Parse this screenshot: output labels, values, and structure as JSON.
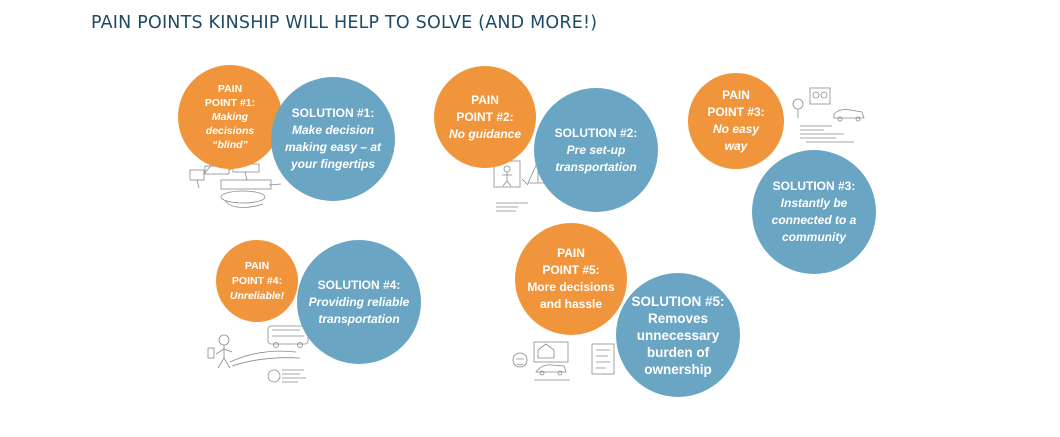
{
  "title": "PAIN POINTS KINSHIP WILL HELP TO SOLVE (AND MORE!)",
  "colors": {
    "title": "#1f4a63",
    "pain": "#f0953b",
    "solution": "#6aa5c3",
    "sketch": "#8a8a8a"
  },
  "pairs": [
    {
      "pain": {
        "head_1": "PAIN",
        "head_2": "POINT #1:",
        "body_1": "Making",
        "body_2": "decisions",
        "body_3": "“blind”"
      },
      "solution": {
        "head": "SOLUTION #1:",
        "body_1": "Make decision",
        "body_2": "making easy – at",
        "body_3": "your fingertips"
      }
    },
    {
      "pain": {
        "head_1": "PAIN",
        "head_2": "POINT #2:",
        "body_1": "No guidance"
      },
      "solution": {
        "head": "SOLUTION #2:",
        "body_1": "Pre set-up",
        "body_2": "transportation"
      }
    },
    {
      "pain": {
        "head_1": "PAIN",
        "head_2": "POINT #3:",
        "body_1": "No easy",
        "body_2": "way"
      },
      "solution": {
        "head": "SOLUTION #3:",
        "body_1": "Instantly be",
        "body_2": "connected to a",
        "body_3": "community"
      }
    },
    {
      "pain": {
        "head_1": "PAIN",
        "head_2": "POINT #4:",
        "body_1": "Unreliable!"
      },
      "solution": {
        "head": "SOLUTION #4:",
        "body_1": "Providing  reliable",
        "body_2": "transportation"
      }
    },
    {
      "pain": {
        "head_1": "PAIN",
        "head_2": "POINT #5:",
        "body_1": "More decisions",
        "body_2": "and hassle"
      },
      "solution": {
        "head": "SOLUTION #5:",
        "body_1": "Removes",
        "body_2": "unnecessary",
        "body_3": "burden of",
        "body_4": "ownership"
      }
    }
  ],
  "sketches": [
    {
      "name": "sketch-decision-flow-icon"
    },
    {
      "name": "sketch-stick-figure-tent-icon"
    },
    {
      "name": "sketch-people-car-notes-icon"
    },
    {
      "name": "sketch-walking-figure-bus-icon"
    },
    {
      "name": "sketch-car-house-figures-icon"
    }
  ]
}
